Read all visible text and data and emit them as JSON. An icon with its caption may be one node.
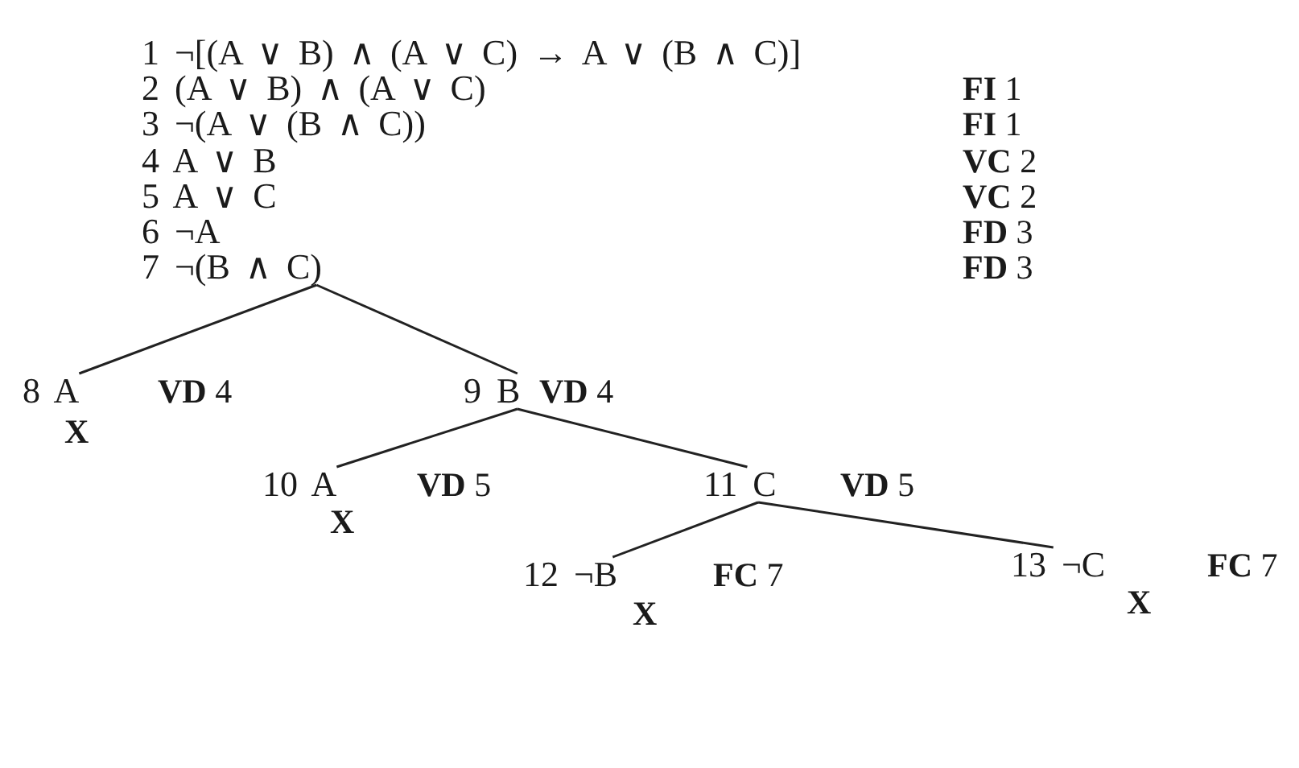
{
  "diagram": {
    "nodes": [
      {
        "text": [
          "1 ¬[(A ∨ B) ∧ (A ∨ C) → A ∨ (B ∧ C)]"
        ]
      },
      {
        "text": [
          "2 (A ∨ B) ∧ (A ∨ C)"
        ]
      },
      {
        "text": [
          "3 ¬(A ∨ (B ∧ C))"
        ]
      },
      {
        "text": [
          "4 A ∨ B"
        ]
      },
      {
        "text": [
          "5 A ∨ C"
        ]
      },
      {
        "text": [
          "6 ¬A"
        ]
      },
      {
        "text": [
          "7 ¬(B ∧ C)"
        ]
      },
      {
        "text": [
          "8 A"
        ],
        "beside": [
          "**VD** 4",
          "X"
        ]
      },
      {
        "text": [
          "9 B"
        ],
        "beside": [
          "**VD** 4"
        ]
      },
      {
        "text": [
          "10 A"
        ],
        "beside": [
          "**VD** 5",
          "X"
        ]
      },
      {
        "text": [
          "11 C"
        ],
        "beside": [
          "**VD** 5"
        ]
      },
      {
        "text": [
          "12 ¬B"
        ],
        "beside": [
          "**FC** 7",
          "X"
        ]
      },
      {
        "text": [
          "13 ¬C"
        ],
        "beside": [
          "**FC** 7",
          "X"
        ]
      }
    ],
    "edges": [
      {
        "from": 6,
        "to": 7,
        "arrow": "none"
      },
      {
        "from": 6,
        "to": 8,
        "arrow": "none"
      },
      {
        "from": 8,
        "to": 9,
        "arrow": "none"
      },
      {
        "from": 8,
        "to": 10,
        "arrow": "none"
      },
      {
        "from": 10,
        "to": 11,
        "arrow": "none"
      },
      {
        "from": 10,
        "to": 12,
        "arrow": "none"
      }
    ],
    "labels": [
      "**FI** 1",
      "**FI** 1",
      "**VC** 2",
      "**VC** 2",
      "**FD** 3",
      "**FD** 3"
    ]
  }
}
